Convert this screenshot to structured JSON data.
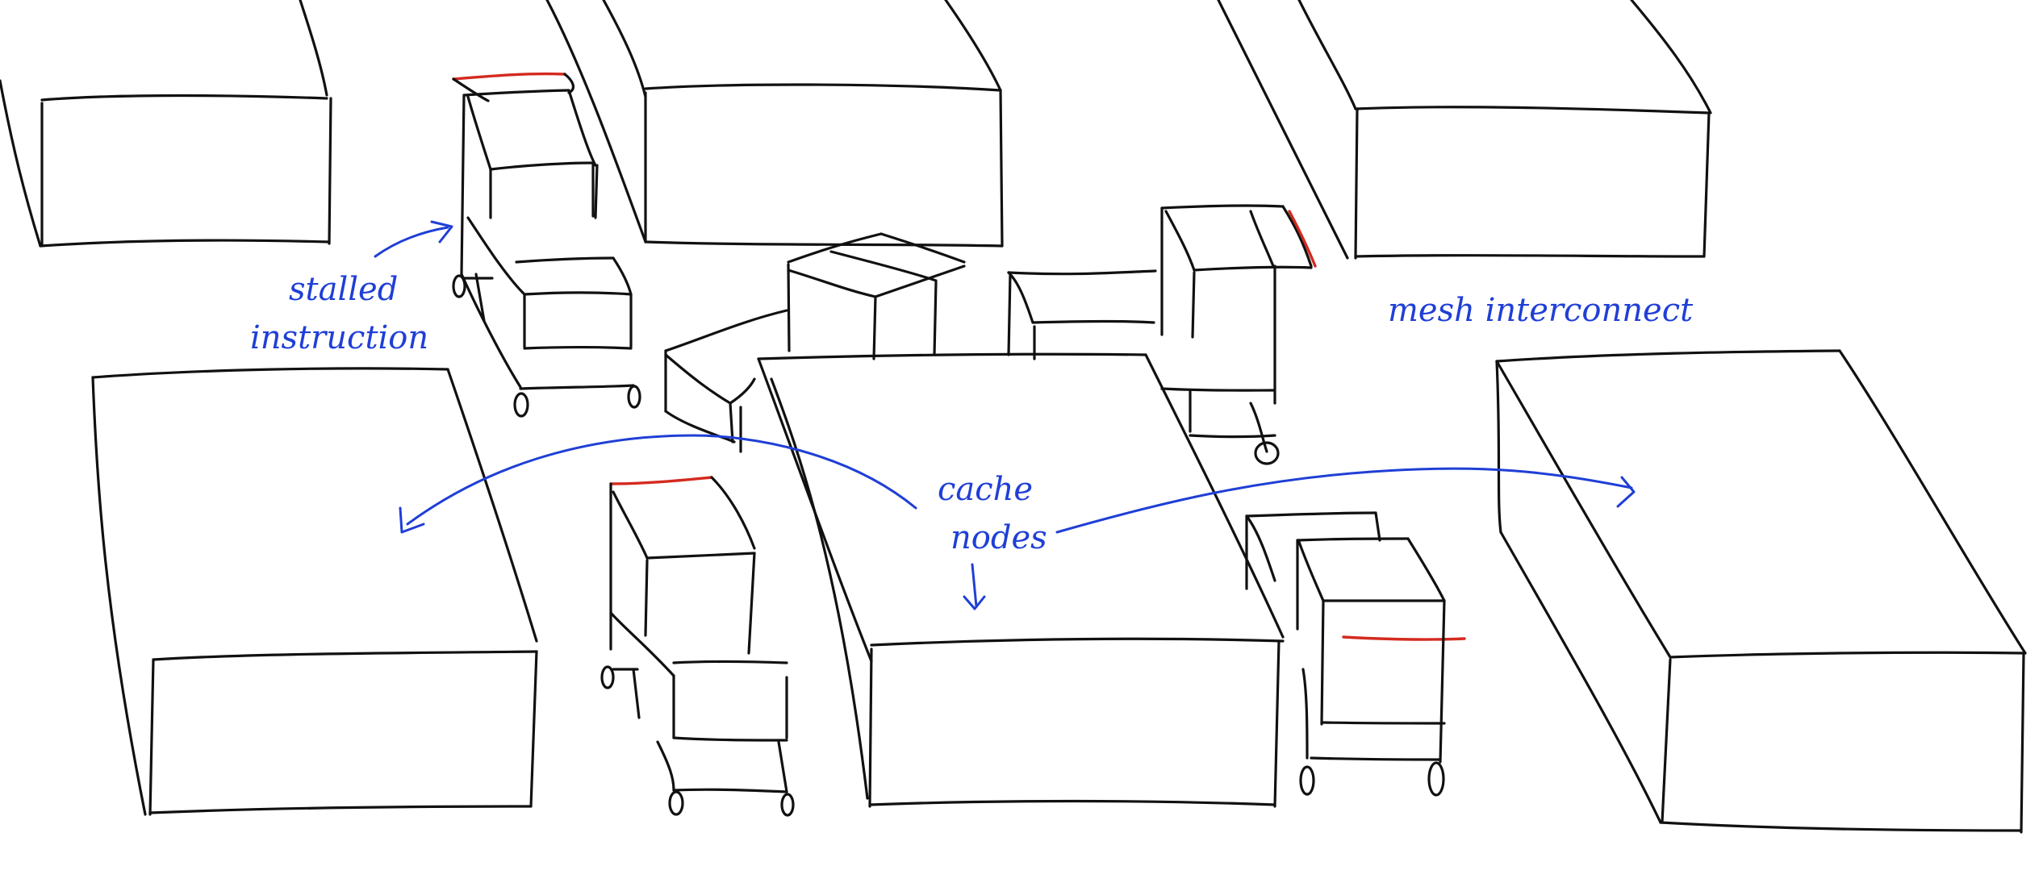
{
  "colors": {
    "ink": "#111111",
    "annotation": "#1f3fd6",
    "highlight": "#d42a1f",
    "background": "#ffffff"
  },
  "annotations": {
    "stalled_instruction_line1": "stalled",
    "stalled_instruction_line2": "instruction",
    "cache_nodes_line1": "cache",
    "cache_nodes_line2": "nodes",
    "mesh_interconnect": "mesh interconnect"
  }
}
